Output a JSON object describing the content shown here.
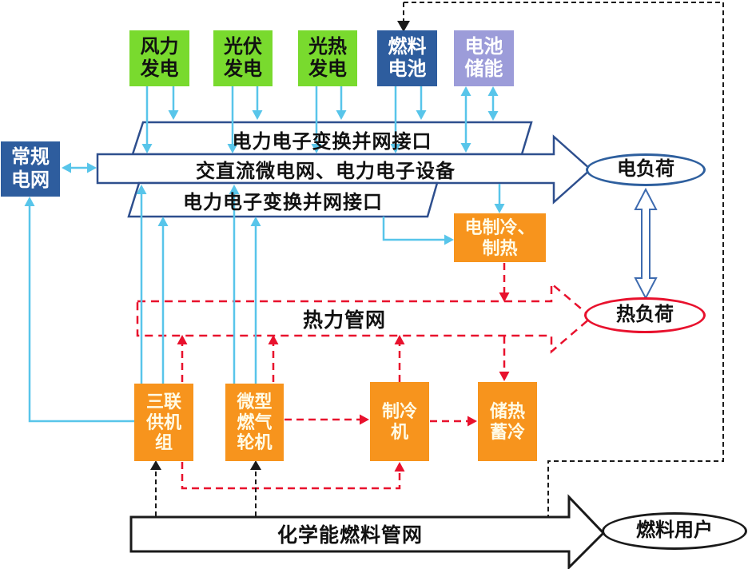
{
  "sources": {
    "wind": {
      "label": "风力\n发电"
    },
    "pv": {
      "label": "光伏\n发电"
    },
    "solar_thermal": {
      "label": "光热\n发电"
    },
    "fuel_cell": {
      "label": "燃料\n电池"
    },
    "battery": {
      "label": "电池\n储能"
    }
  },
  "grid": {
    "label": "常规\n电网"
  },
  "bands": {
    "top_interface": {
      "label": "电力电子变换并网接口"
    },
    "microgrid": {
      "label": "交直流微电网、电力电子设备"
    },
    "bottom_interface": {
      "label": "电力电子变换并网接口"
    }
  },
  "loads": {
    "electric": {
      "label": "电负荷"
    },
    "heat": {
      "label": "热负荷"
    },
    "fuel_user": {
      "label": "燃料用户"
    }
  },
  "thermal": {
    "pipe_network": {
      "label": "热力管网"
    },
    "electric_cooling_heating": {
      "label": "电制冷、\n制热"
    },
    "cchp_unit": {
      "label": "三联\n供机\n组"
    },
    "micro_gas_turbine": {
      "label": "微型\n燃气\n轮机"
    },
    "chiller": {
      "label": "制冷\n机"
    },
    "heat_cold_storage": {
      "label": "储热\n蓄冷"
    }
  },
  "fuel": {
    "pipe_network": {
      "label": "化学能燃料管网"
    }
  },
  "colors": {
    "source_green": "#79da2e",
    "grid_blue": "#2e5d9e",
    "battery_purple": "#9c9cd9",
    "converter_orange": "#f7941d",
    "electric_flow_cyan": "#58c5ea",
    "heat_flow_red": "#e8112d",
    "fuel_flow_black": "#1a1a1a",
    "band_border_navy": "#2e4f8e"
  }
}
